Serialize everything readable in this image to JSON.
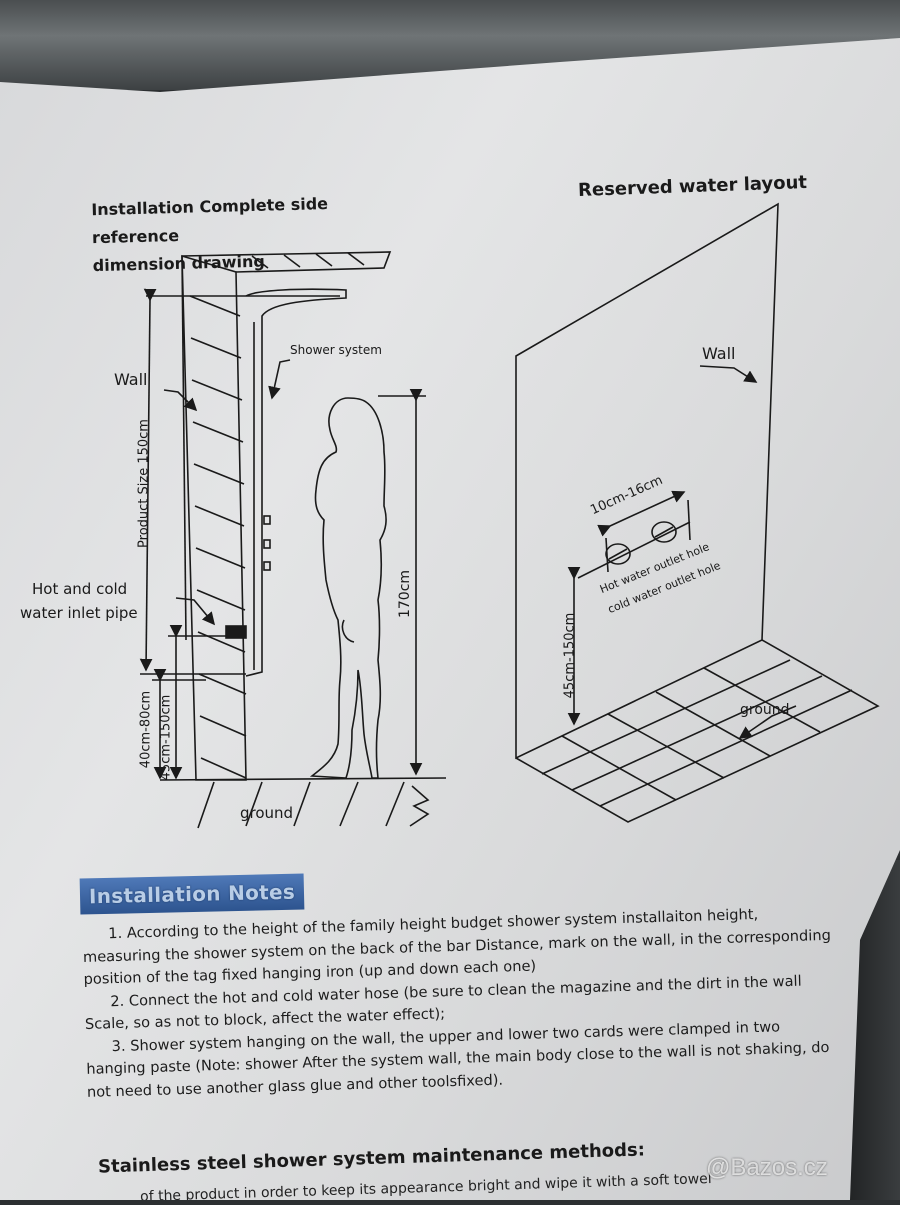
{
  "left_diagram": {
    "title_line1": "Installation Complete side reference",
    "title_line2": "dimension drawing",
    "wall": "Wall",
    "shower_system": "Shower system",
    "product_size": "Product Size 150cm",
    "inlet_pipe_line1": "Hot and cold",
    "inlet_pipe_line2": "water inlet pipe",
    "height_170": "170cm",
    "height_40_80": "40cm-80cm",
    "height_45_150": "45cm-150cm",
    "ground": "ground"
  },
  "right_diagram": {
    "title": "Reserved water layout",
    "wall": "Wall",
    "spacing": "10cm-16cm",
    "hot_outlet": "Hot water outlet hole",
    "cold_outlet": "cold water outlet hole",
    "height_45_150": "45cm-150cm",
    "ground": "ground"
  },
  "installation_notes": {
    "heading": "Installation Notes",
    "items": [
      "1. According to the height of the family height budget shower system installaiton height, measuring the shower system on the back of the bar Distance, mark on the wall, in the corresponding position of the tag fixed hanging iron (up and down each one)",
      "2. Connect the hot and cold water hose (be sure to clean the magazine and the dirt in the wall Scale, so as not to block, affect the water effect);",
      "3. Shower system hanging on the wall, the upper and lower two cards were clamped in two hanging paste (Note: shower After the system wall, the main body close to the wall is not shaking, do not need to use another glass glue and other toolsfixed)."
    ]
  },
  "maintenance": {
    "heading": "Stainless steel shower system maintenance methods:",
    "partial_text": "of the product in order to keep its appearance bright and wipe it with a soft towel"
  },
  "watermark": "@Bazos.cz",
  "colors": {
    "paper": "#e2e3e4",
    "ink": "#1a1a1a",
    "badge": "#3d66a3"
  }
}
